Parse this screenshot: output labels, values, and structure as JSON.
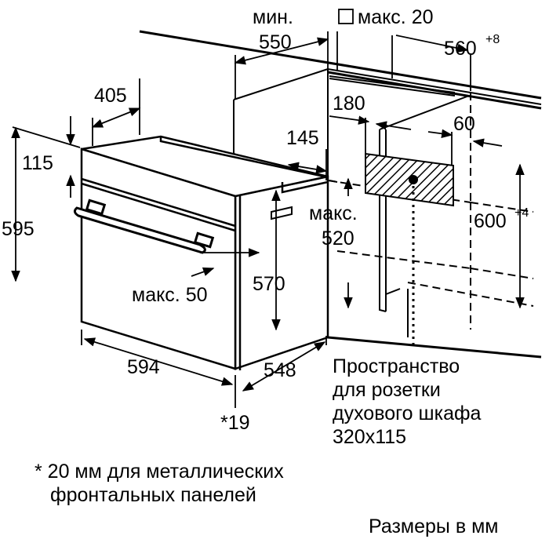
{
  "dimensions": {
    "min_label": "мин.",
    "min_value": "550",
    "max_label": "макс. 20",
    "width_cut": "560",
    "width_cut_tol": "+8",
    "d405": "405",
    "d115": "115",
    "d595": "595",
    "d180": "180",
    "d145": "145",
    "d60": "60",
    "max520_label": "макс.",
    "max520_value": "520",
    "height_cut": "600",
    "height_cut_tol": "+4",
    "max50": "макс. 50",
    "d570": "570",
    "d594": "594",
    "d548": "548",
    "d19": "*19"
  },
  "socket_note": {
    "line1": "Пространство",
    "line2": "для розетки",
    "line3": "духового шкафа",
    "line4": "320x115"
  },
  "footnote": {
    "line1": "* 20 мм для металлических",
    "line2": "фронтальных панелей"
  },
  "units_note": "Размеры в мм"
}
